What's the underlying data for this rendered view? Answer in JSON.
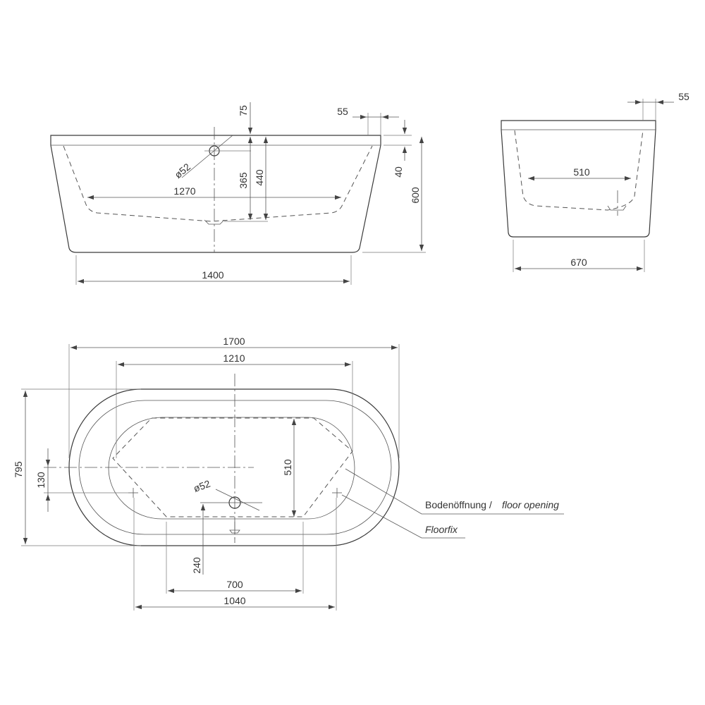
{
  "dimensions": {
    "side_top_overflow": "75",
    "side_overflow_dia": "ø52",
    "side_rim_offset": "55",
    "side_rim_height": "40",
    "side_depth_365": "365",
    "side_depth_440": "440",
    "side_inner_length": "1270",
    "side_height": "600",
    "side_base_length": "1400",
    "end_rim_offset": "55",
    "end_inner_width": "510",
    "end_base_width": "670",
    "plan_length": "1700",
    "plan_inner_length": "1210",
    "plan_width": "795",
    "plan_inner_width": "510",
    "plan_offset": "130",
    "plan_drain_dia": "ø52",
    "plan_drain_offset": "240",
    "plan_floor_700": "700",
    "plan_floor_1040": "1040"
  },
  "callouts": {
    "floor_opening_de": "Bodenöffnung /",
    "floor_opening_en": "floor opening",
    "floorfix": "Floorfix"
  }
}
